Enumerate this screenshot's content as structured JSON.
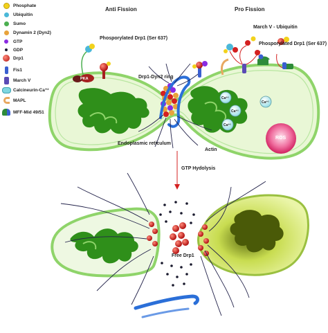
{
  "legend": {
    "items": [
      {
        "label": "Phosphate",
        "icon": "phosphate-icon",
        "color": "#f2d21c"
      },
      {
        "label": "Ubiquitin",
        "icon": "ubiquitin-icon",
        "color": "#4bb8d8"
      },
      {
        "label": "Sumo",
        "icon": "sumo-icon",
        "color": "#4caf50"
      },
      {
        "label": "Dynamin 2 (Dyn2)",
        "icon": "dynamin2-icon",
        "color": "#e8a33c"
      },
      {
        "label": "GTP",
        "icon": "gtp-icon",
        "color": "#8a2be2"
      },
      {
        "label": "GDP",
        "icon": "gdp-icon",
        "color": "#1a1a2e"
      },
      {
        "label": "Drp1",
        "icon": "drp1-icon",
        "color": "#d42020"
      },
      {
        "label": "Fis1",
        "icon": "fis1-icon",
        "color": "#3a5fd0"
      },
      {
        "label": "March V",
        "icon": "march-v-icon",
        "color": "#5a4ab5"
      },
      {
        "label": "Calcineurin-Ca⁺²",
        "icon": "calcineurin-icon",
        "color": "#7ed6e0"
      },
      {
        "label": "MAPL",
        "icon": "mapl-icon",
        "color": "#e8a860"
      },
      {
        "label": "MFF-Mid 49/51",
        "icon": "mff-mid-icon",
        "color": "#2e8b3a"
      }
    ]
  },
  "headings": {
    "anti_fission": "Anti Fission",
    "pro_fission": "Pro Fission"
  },
  "labels": {
    "phos_drp1_left": "Phosporylated Drp1 (Ser 637)",
    "march_v_ubiquitin": "March V - Ubiquitin",
    "phos_drp1_right": "Phosporylated Drp1 (Ser 637)",
    "pka": "PKA",
    "ring": "Drp1-Dyn2 ring",
    "er": "Endoplasmic reticulum",
    "actin": "Actin",
    "ca1": "Ca⁺²",
    "ca2": "Ca⁺²",
    "ca3": "Ca⁺²",
    "ca4": "Ca⁺²",
    "ros": "ROS",
    "gtp_hydrolysis": "GTP Hydolysis",
    "free_drp1": "Free Drp1"
  },
  "colors": {
    "matrix": "#e9f7d6",
    "membrane": "#8fd46a",
    "cristae": "#2f8f1a",
    "drp1": "#d42020",
    "ros": "#e0407a",
    "er": "#2b6fd8",
    "arrow": "#d42020"
  }
}
